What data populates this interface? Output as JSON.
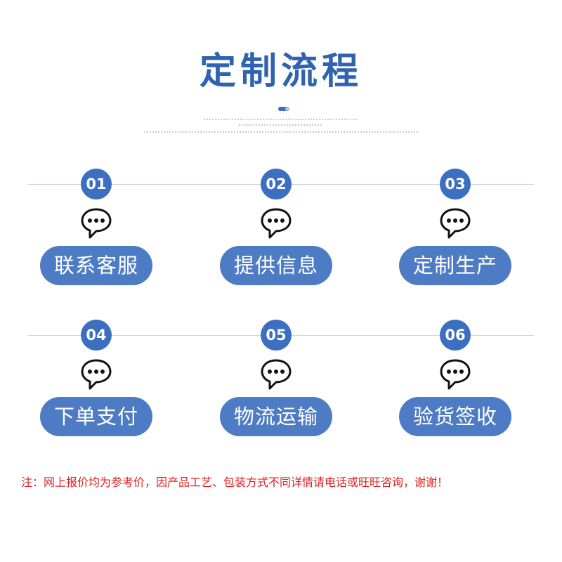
{
  "title": "定制流程",
  "colors": {
    "title": "#2f63b2",
    "accent": "#3d6fc0",
    "pill": "#4e7cc4",
    "note": "#e02020",
    "divider": "#cdd3dc",
    "icon_stroke": "#111111"
  },
  "steps": [
    {
      "number": "01",
      "label": "联系客服",
      "icon": "chat-bubble-icon"
    },
    {
      "number": "02",
      "label": "提供信息",
      "icon": "chat-bubble-icon"
    },
    {
      "number": "03",
      "label": "定制生产",
      "icon": "chat-bubble-icon"
    },
    {
      "number": "04",
      "label": "下单支付",
      "icon": "chat-bubble-icon"
    },
    {
      "number": "05",
      "label": "物流运输",
      "icon": "chat-bubble-icon"
    },
    {
      "number": "06",
      "label": "验货签收",
      "icon": "chat-bubble-icon"
    }
  ],
  "note": "注：网上报价均为参考价，因产品工艺、包装方式不同详情请电话或旺旺咨询，谢谢！"
}
